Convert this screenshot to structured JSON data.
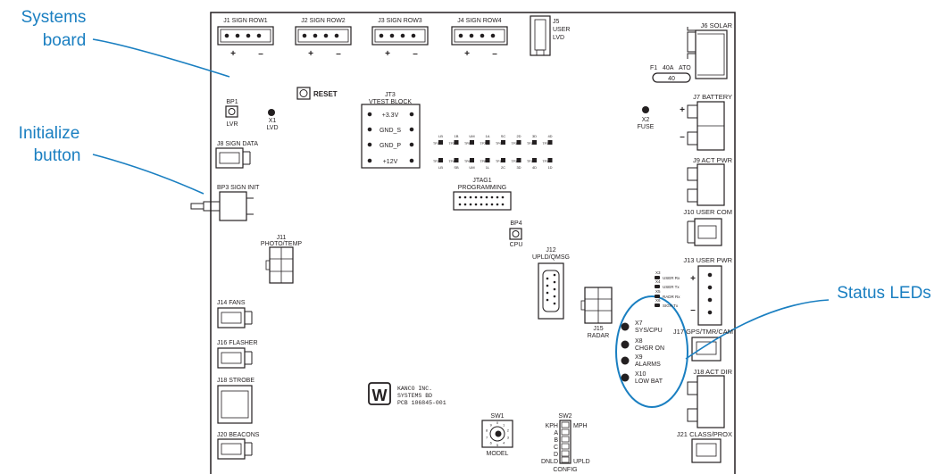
{
  "callouts": {
    "systems_board": [
      "Systems",
      "board"
    ],
    "initialize_button": [
      "Initialize",
      "button"
    ],
    "status_leds": "Status LEDs"
  },
  "colors": {
    "callout": "#1a7fc1",
    "board_ink": "#231f20"
  },
  "top_connectors": [
    {
      "label": "J1  SIGN ROW1",
      "plus": "+",
      "minus": "–"
    },
    {
      "label": "J2  SIGN ROW2",
      "plus": "+",
      "minus": "–"
    },
    {
      "label": "J3  SIGN ROW3",
      "plus": "+",
      "minus": "–"
    },
    {
      "label": "J4  SIGN ROW4",
      "plus": "+",
      "minus": "–"
    }
  ],
  "j5": [
    "J5",
    "USER",
    "LVD"
  ],
  "reset_label": "RESET",
  "bp1": [
    "BP1",
    "LVR"
  ],
  "x1": [
    "X1",
    "LVD"
  ],
  "jt3": {
    "title": [
      "JT3",
      "VTEST BLOCK"
    ],
    "rows": [
      "+3.3V",
      "GND_S",
      "GND_P",
      "+12V"
    ]
  },
  "testpoints": {
    "top": [
      {
        "tp": "TP1",
        "sig": "LB"
      },
      {
        "tp": "TP3",
        "sig": "1B"
      },
      {
        "tp": "TP5",
        "sig": "UM"
      },
      {
        "tp": "TP7",
        "sig": "1A"
      },
      {
        "tp": "TP9",
        "sig": "SC"
      },
      {
        "tp": "TP11",
        "sig": "2D"
      },
      {
        "tp": "TP13",
        "sig": "3D"
      },
      {
        "tp": "TP15",
        "sig": "4D"
      }
    ],
    "bottom": [
      {
        "tp": "TP2",
        "sig": "LB"
      },
      {
        "tp": "TP4",
        "sig": "SB"
      },
      {
        "tp": "TP6",
        "sig": "UM"
      },
      {
        "tp": "TP8",
        "sig": "1L"
      },
      {
        "tp": "TP10",
        "sig": "2C"
      },
      {
        "tp": "TP12",
        "sig": "3D"
      },
      {
        "tp": "TP14",
        "sig": "4D"
      },
      {
        "tp": "TP16",
        "sig": "1D"
      }
    ]
  },
  "f1": {
    "ref": "F1",
    "rating": "40A",
    "type": "ATO",
    "value": "40"
  },
  "x2": [
    "X2",
    "FUSE"
  ],
  "j6": "J6 SOLAR",
  "j7": "J7 BATTERY",
  "j7_plus": "+",
  "j7_minus": "–",
  "j8": "J8 SIGN DATA",
  "bp3": "BP3 SIGN INIT",
  "j9": "J9 ACT PWR",
  "jtag": [
    "JTAG1",
    "PROGRAMMING"
  ],
  "bp4": [
    "BP4",
    "CPU"
  ],
  "j10": "J10 USER COM",
  "j11": [
    "J11",
    "PHOTO/TEMP"
  ],
  "j12": [
    "J12",
    "UPLD/QMSG"
  ],
  "j13": "J13 USER PWR",
  "j13_plus": "+",
  "j13_minus": "–",
  "small_leds": [
    {
      "ref": "X3",
      "label": "USER Rx"
    },
    {
      "ref": "X4",
      "label": "USER Tx"
    },
    {
      "ref": "X5",
      "label": "RADR Rx"
    },
    {
      "ref": "X6",
      "label": "SIGN Tx"
    }
  ],
  "j14": "J14 FANS",
  "j15": [
    "J15",
    "RADAR"
  ],
  "status_leds": [
    {
      "ref": "X7",
      "label": "SYS/CPU"
    },
    {
      "ref": "X8",
      "label": "CHGR ON"
    },
    {
      "ref": "X9",
      "label": "ALARMS"
    },
    {
      "ref": "X10",
      "label": "LOW BAT"
    }
  ],
  "j16": "J16 FLASHER",
  "j17": "J17 GPS/TMR/CAM",
  "j18_strobe": "J18 STROBE",
  "j18_act": "J18 ACT DIR",
  "mfr": [
    "KANCO INC.",
    "SYSTEMS BD",
    "PCB 106845-001"
  ],
  "logo_letter": "W",
  "sw1": {
    "ref": "SW1",
    "label": "MODEL",
    "digits": [
      "0",
      "1",
      "2",
      "3",
      "4",
      "5",
      "6",
      "7",
      "8",
      "9"
    ]
  },
  "sw2": {
    "ref": "SW2",
    "left": [
      "KPH",
      "A",
      "B",
      "C",
      "D",
      "DNLD"
    ],
    "right_top": "MPH",
    "right_bottom": "UPLD",
    "label": "CONFIG"
  },
  "j20": "J20 BEACONS",
  "j21": "J21 CLASS/PROX"
}
